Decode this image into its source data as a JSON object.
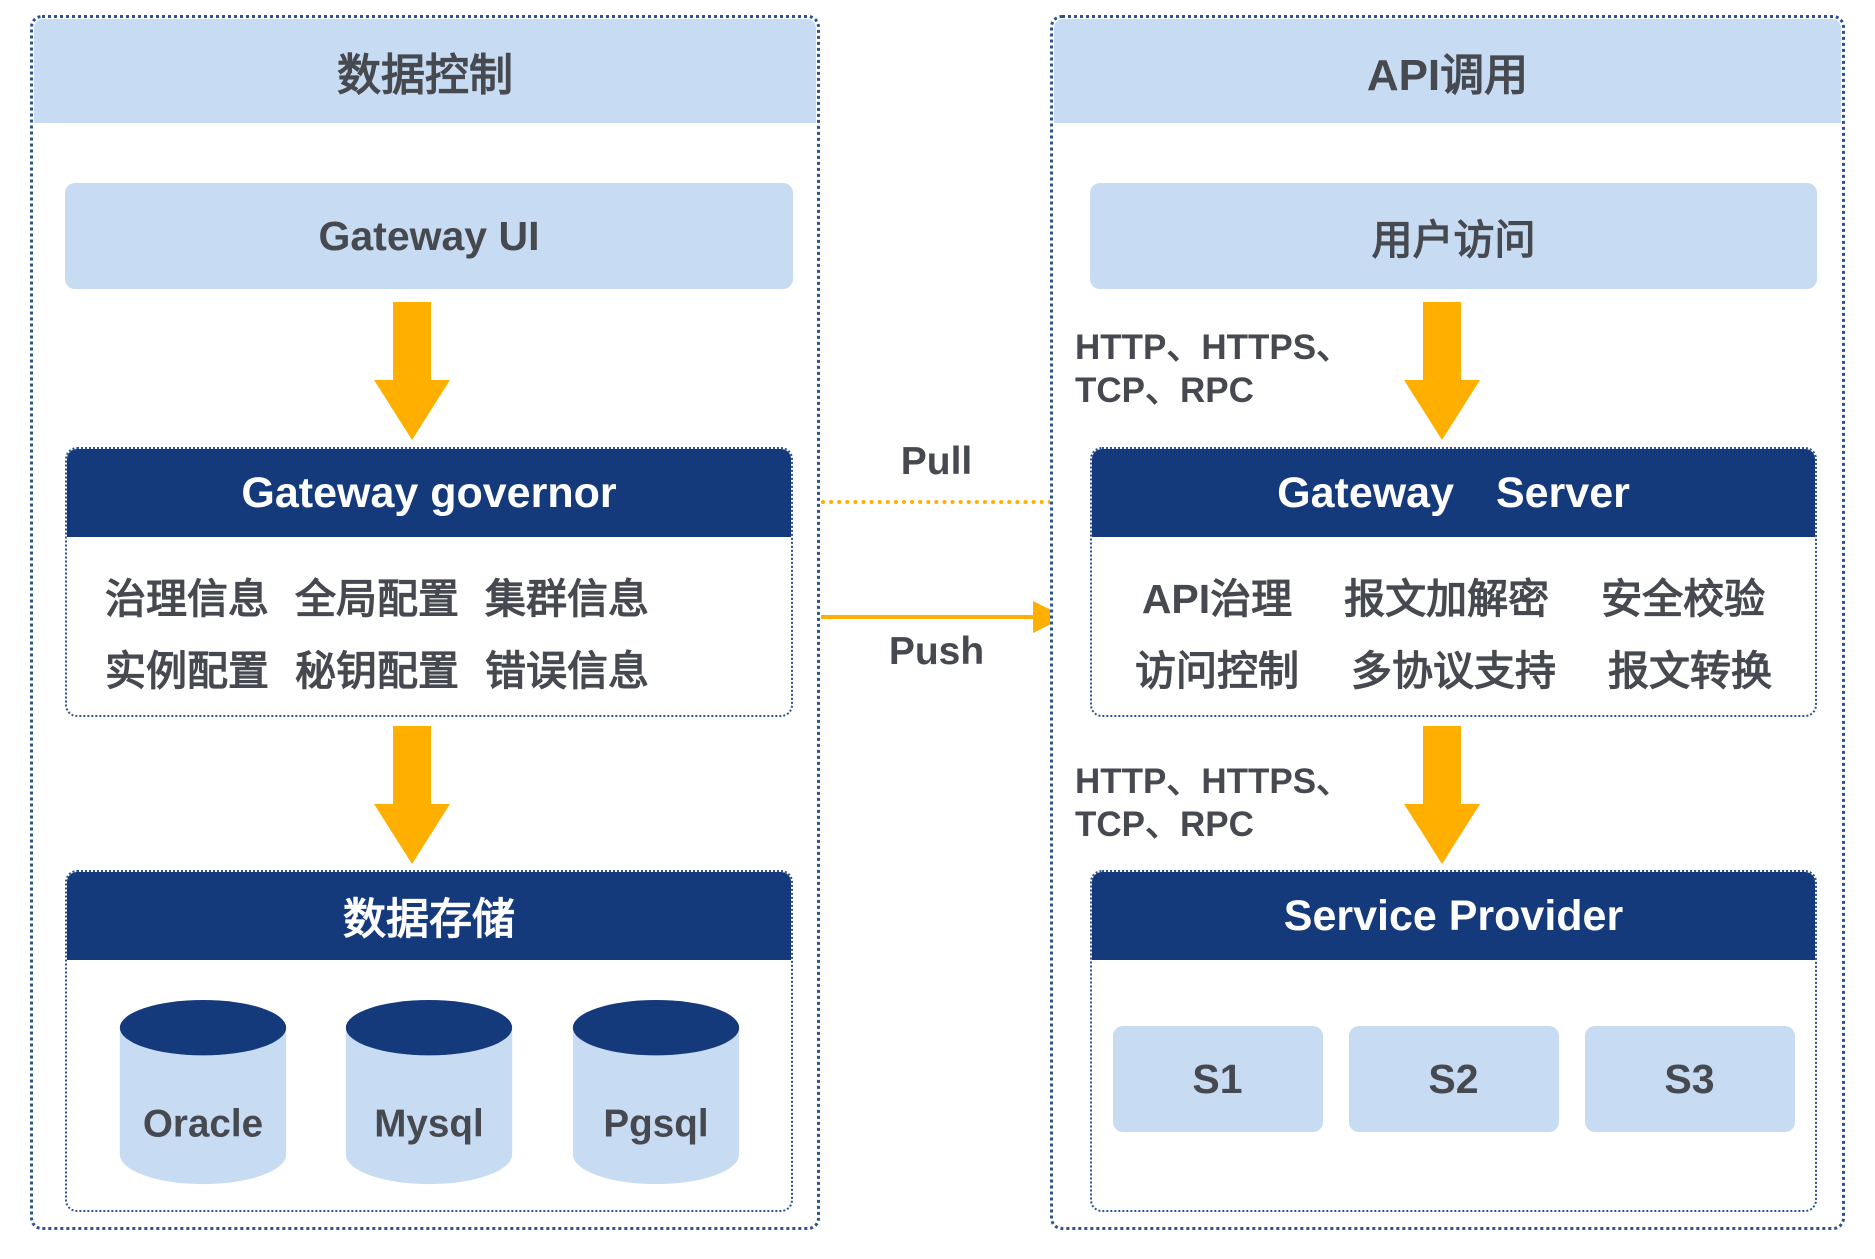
{
  "colors": {
    "navy": "#153a7c",
    "light_blue": "#c7dbf2",
    "border": "#2b5291",
    "orange": "#ffaf00",
    "text": "#46494f",
    "white": "#ffffff"
  },
  "left_panel": {
    "title": "数据控制",
    "gateway_ui": "Gateway UI",
    "governor": {
      "title": "Gateway governor",
      "row1": [
        "治理信息",
        "全局配置",
        "集群信息"
      ],
      "row2": [
        "实例配置",
        "秘钥配置",
        "错误信息"
      ]
    },
    "storage": {
      "title": "数据存储",
      "databases": [
        "Oracle",
        "Mysql",
        "Pgsql"
      ]
    }
  },
  "middle": {
    "pull_label": "Pull",
    "push_label": "Push"
  },
  "right_panel": {
    "title": "API调用",
    "user_access": "用户访问",
    "protocol_top": {
      "line1": "HTTP、HTTPS、",
      "line2": "TCP、RPC"
    },
    "gateway_server": {
      "title": "Gateway Server",
      "row1": [
        "API治理",
        "报文加解密",
        "安全校验"
      ],
      "row2": [
        "访问控制",
        "多协议支持",
        "报文转换"
      ]
    },
    "protocol_bottom": {
      "line1": "HTTP、HTTPS、",
      "line2": "TCP、RPC"
    },
    "service_provider": {
      "title": "Service Provider",
      "services": [
        "S1",
        "S2",
        "S3"
      ]
    }
  }
}
